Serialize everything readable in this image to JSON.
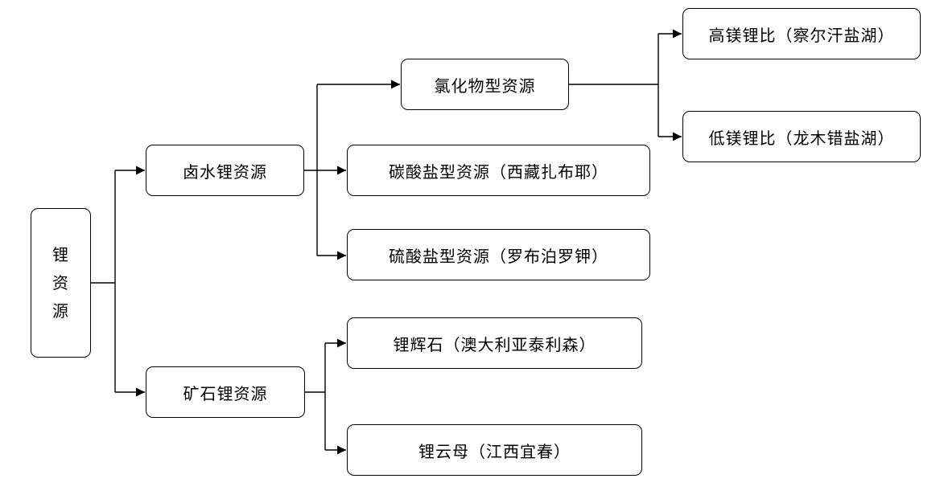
{
  "diagram": {
    "root": {
      "label": "锂资源",
      "chars": [
        "锂",
        "资",
        "源"
      ]
    },
    "brine": {
      "label": "卤水锂资源"
    },
    "ore": {
      "label": "矿石锂资源"
    },
    "chloride": {
      "label": "氯化物型资源"
    },
    "high_mg": {
      "label": "高镁锂比（察尔汗盐湖）"
    },
    "low_mg": {
      "label": "低镁锂比（龙木错盐湖）"
    },
    "carbonate": {
      "label": "碳酸盐型资源（西藏扎布耶）"
    },
    "sulfate": {
      "label": "硫酸盐型资源（罗布泊罗钾）"
    },
    "spodumene": {
      "label": "锂辉石（澳大利亚泰利森）"
    },
    "lepidolite": {
      "label": "锂云母（江西宜春）"
    }
  },
  "colors": {
    "line": "#000000",
    "box_border": "#000000",
    "text": "#000000",
    "background": "#ffffff"
  }
}
